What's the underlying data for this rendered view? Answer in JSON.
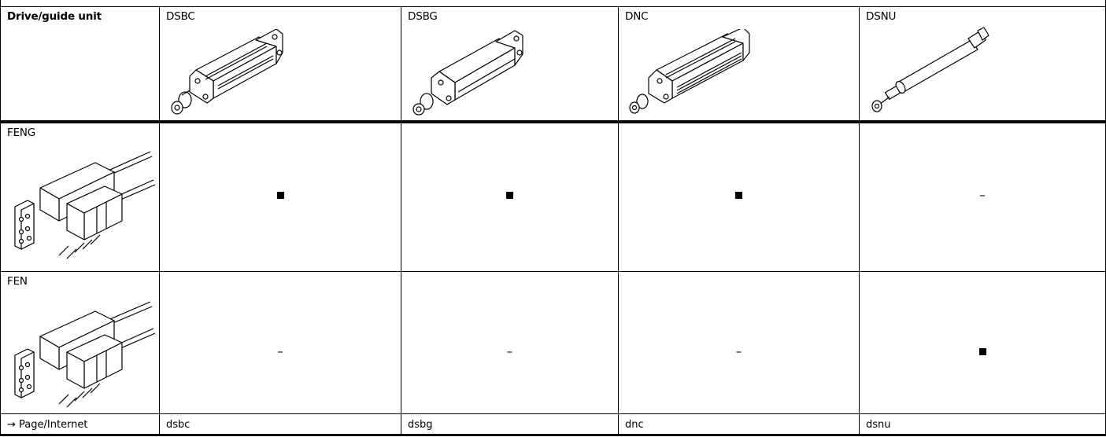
{
  "header": {
    "label": "Drive/guide unit",
    "columns": [
      {
        "name": "DSBC",
        "icon": "cylinder-dsbc-icon"
      },
      {
        "name": "DSBG",
        "icon": "cylinder-dsbg-icon"
      },
      {
        "name": "DNC",
        "icon": "cylinder-dnc-icon"
      },
      {
        "name": "DSNU",
        "icon": "cylinder-dsnu-icon"
      }
    ]
  },
  "rows": [
    {
      "name": "FENG",
      "icon": "guide-unit-feng-icon",
      "values": [
        "■",
        "■",
        "■",
        "–"
      ]
    },
    {
      "name": "FEN",
      "icon": "guide-unit-fen-icon",
      "values": [
        "–",
        "–",
        "–",
        "■"
      ]
    }
  ],
  "footer": {
    "arrow": "→",
    "label": "Page/Internet",
    "links": [
      "dsbc",
      "dsbg",
      "dnc",
      "dsnu"
    ]
  }
}
